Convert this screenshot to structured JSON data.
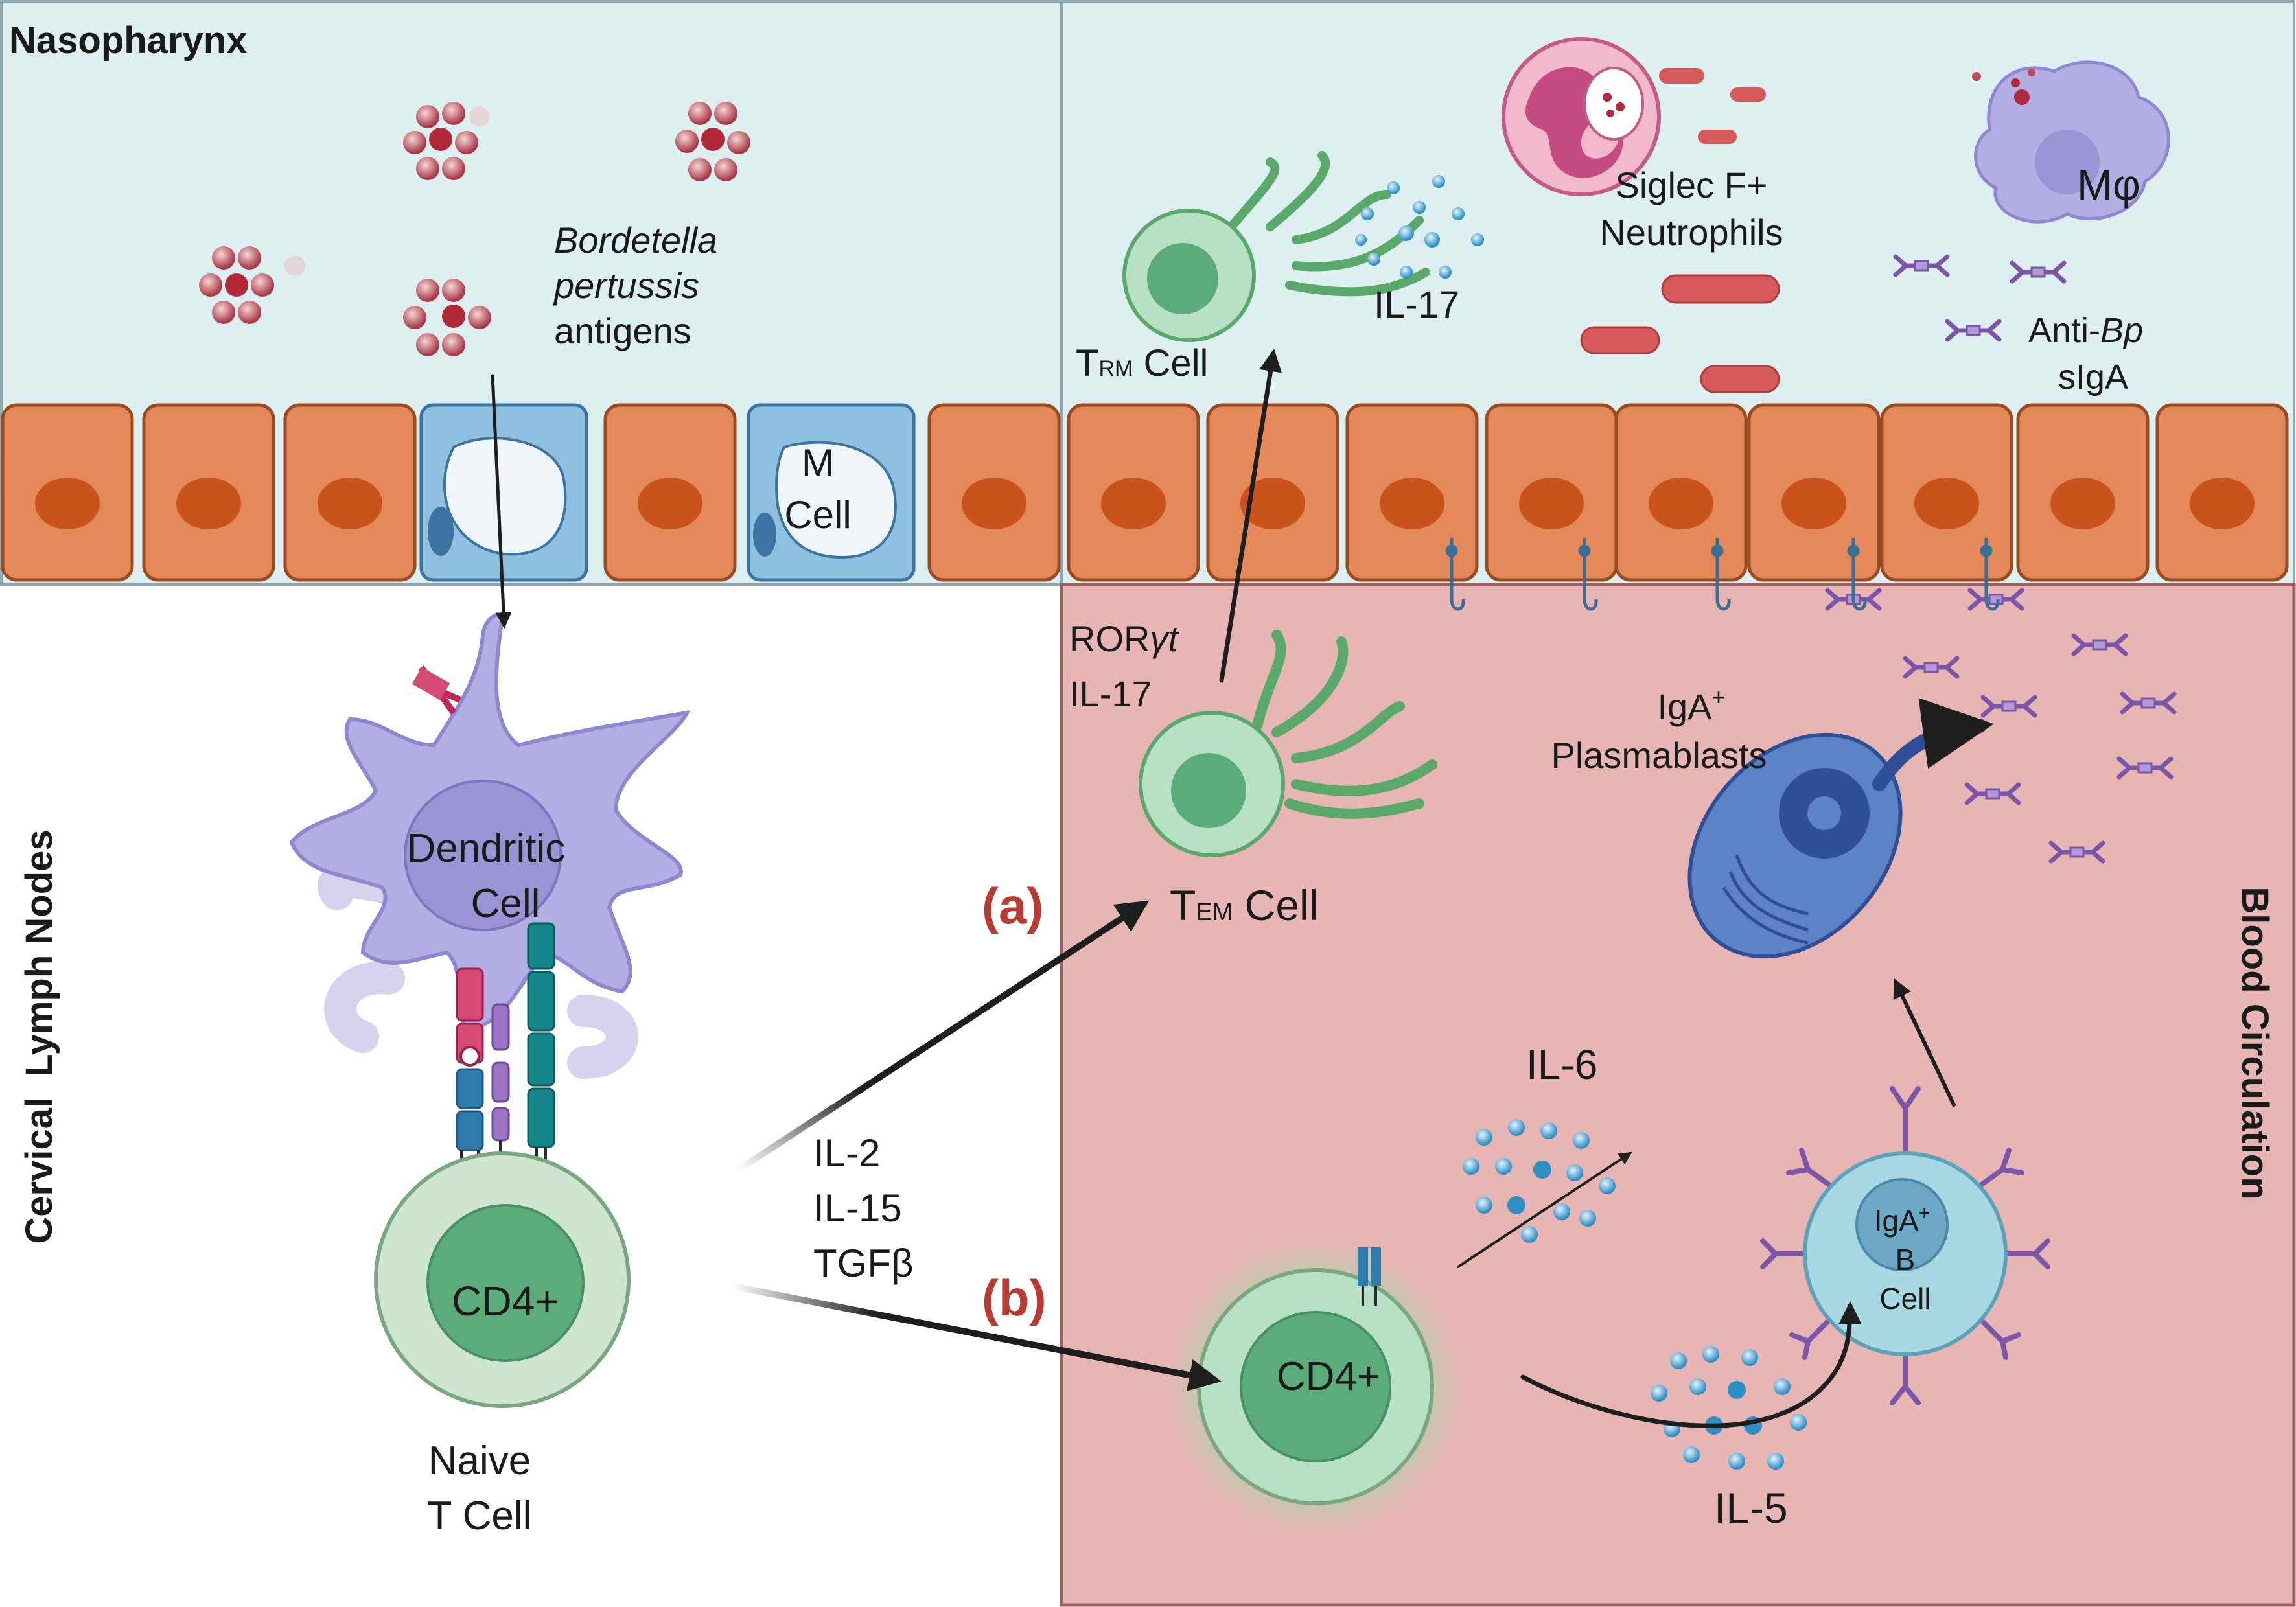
{
  "regions": {
    "nasopharynx": "Nasopharynx",
    "lymph_nodes": "Cervical  Lymph Nodes",
    "blood": "Blood Circulation"
  },
  "antigens": {
    "line1": "Bordetella",
    "line2": "pertussis",
    "line3": "antigens"
  },
  "m_cell": {
    "line1": "M",
    "line2": "Cell"
  },
  "trm": {
    "prefix": "T",
    "sub": "RM",
    "suffix": " Cell"
  },
  "il17_top": "IL-17",
  "neutrophils": {
    "line1": "Siglec F+",
    "line2": "Neutrophils"
  },
  "macrophage": "Mφ",
  "siga": {
    "prefix": "Anti-",
    "italic": "Bp",
    "line2": "sIgA"
  },
  "dendritic": {
    "line1": "Dendritic",
    "line2": "Cell"
  },
  "naive_cd4": "CD4+",
  "naive": {
    "line1": "Naive",
    "line2": "T Cell"
  },
  "cytokines_mid": {
    "line1": "IL-2",
    "line2": "IL-15",
    "line3": "TGFβ"
  },
  "path_a": "(a)",
  "path_b": "(b)",
  "tem": {
    "prefix": "T",
    "sub": "EM",
    "suffix": " Cell"
  },
  "rorgt": {
    "prefix": "ROR",
    "italic": "γt",
    "line2": "IL-17"
  },
  "plasmablasts": {
    "line1": "IgA",
    "sup": "+",
    "line2": "Plasmablasts"
  },
  "il6": "IL-6",
  "blood_cd4": "CD4+",
  "bcell": {
    "line1": "IgA",
    "sup": "+",
    "line2": "B",
    "line3": "Cell"
  },
  "il5": "IL-5",
  "colors": {
    "nasopharynx_bg": "#deeff2",
    "blood_bg": "#e8b5b5",
    "epithelium": "#e3895a",
    "nucleus": "#c9531a",
    "m_cell": "#8fc0e0",
    "dendritic": "#b3aee3",
    "t_cell": "#b8e0c4",
    "accent_red": "#b83a33"
  }
}
